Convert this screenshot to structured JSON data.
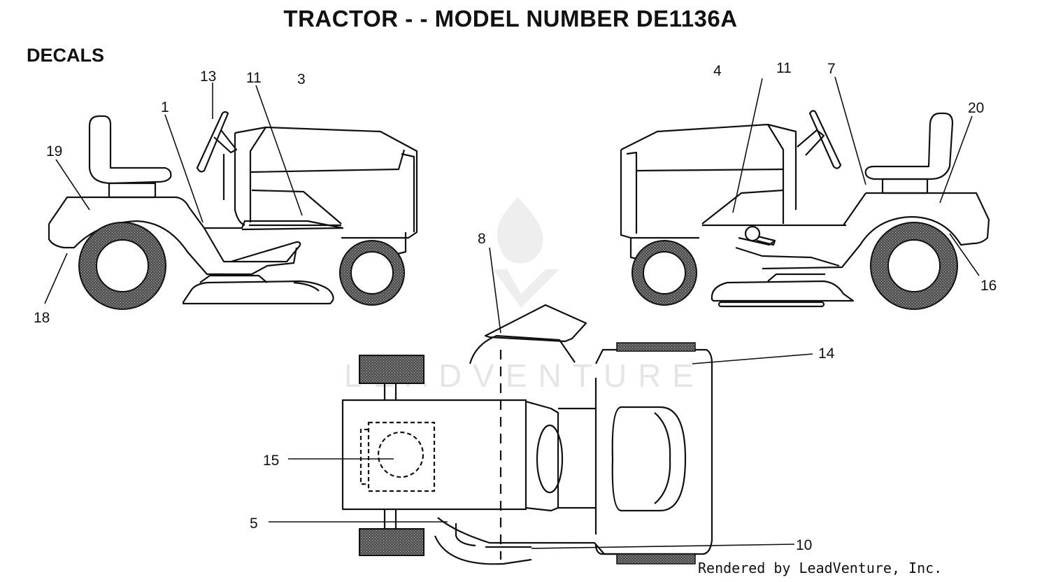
{
  "title": "TRACTOR - - MODEL NUMBER DE1136A",
  "section": "DECALS",
  "footer": "Rendered by LeadVenture, Inc.",
  "watermark": "LEADVENTURE",
  "callouts": {
    "c1": "1",
    "c3": "3",
    "c4": "4",
    "c5": "5",
    "c7": "7",
    "c8": "8",
    "c10": "10",
    "c11_left": "11",
    "c11_right": "11",
    "c13": "13",
    "c14": "14",
    "c15": "15",
    "c16": "16",
    "c18": "18",
    "c19": "19",
    "c20": "20"
  },
  "colors": {
    "line": "#111111",
    "tire": "#444444",
    "watermark": "#e3e3e3"
  }
}
